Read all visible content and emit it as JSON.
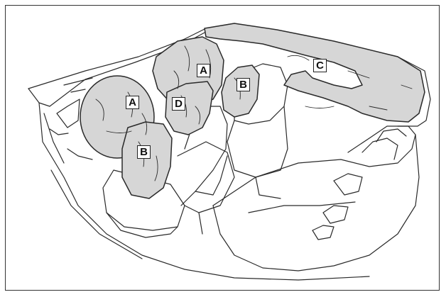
{
  "figure": {
    "labels": {
      "a_driver": "A",
      "a_passenger": "A",
      "b_driver": "B",
      "b_passenger": "B",
      "c_curtain": "C",
      "d_knee": "D"
    },
    "colors": {
      "airbag_fill": "#d6d6d6",
      "line": "#2a2a2a",
      "frame": "#333333",
      "background": "#ffffff"
    }
  }
}
